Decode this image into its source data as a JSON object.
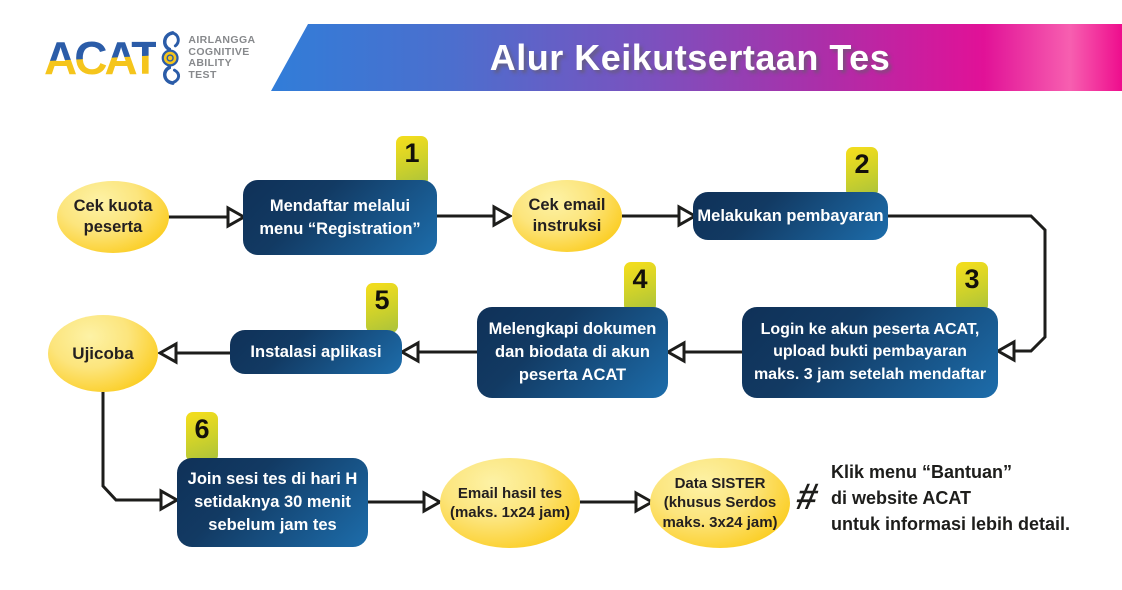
{
  "header": {
    "logo": {
      "wordmark": "ACAT",
      "subtitle_lines": [
        "AIRLANGGA",
        "COGNITIVE",
        "ABILITY",
        "TEST"
      ]
    },
    "banner": {
      "title": "Alur Keikutsertaan Tes"
    }
  },
  "colors": {
    "box_gradient_dark": "#0f3158",
    "box_gradient_light": "#1d6dab",
    "ellipse_yellow_light": "#fdf2a6",
    "ellipse_yellow": "#fbc916",
    "badge_yellow": "#f0dc1e",
    "badge_green": "#a9c23c",
    "banner_blue": "#2f7ed9",
    "banner_purple": "#7a52bf",
    "banner_pink": "#ee0d8d",
    "line_black": "#1d1d1b",
    "logo_blue": "#2b5ca8",
    "logo_yellow": "#f5c51c"
  },
  "flow": {
    "nodes": [
      {
        "id": "cek-kuota",
        "type": "ellipse",
        "label": "Cek kuota\npeserta"
      },
      {
        "id": "mendaftar",
        "type": "box",
        "step": "1",
        "label": "Mendaftar melalui\nmenu “Registration”"
      },
      {
        "id": "cek-email",
        "type": "ellipse",
        "label": "Cek email\ninstruksi"
      },
      {
        "id": "pembayaran",
        "type": "box",
        "step": "2",
        "label": "Melakukan pembayaran"
      },
      {
        "id": "login-upload",
        "type": "box",
        "step": "3",
        "label": "Login ke akun peserta ACAT,\nupload bukti pembayaran\nmaks. 3 jam setelah mendaftar"
      },
      {
        "id": "melengkapi",
        "type": "box",
        "step": "4",
        "label": "Melengkapi dokumen\ndan biodata di akun\npeserta ACAT"
      },
      {
        "id": "instalasi",
        "type": "box",
        "step": "5",
        "label": "Instalasi aplikasi"
      },
      {
        "id": "ujicoba",
        "type": "ellipse",
        "label": "Ujicoba"
      },
      {
        "id": "join-sesi",
        "type": "box",
        "step": "6",
        "label": "Join sesi tes di hari H\nsetidaknya 30 menit\nsebelum jam tes"
      },
      {
        "id": "email-hasil",
        "type": "ellipse",
        "label": "Email hasil tes\n(maks. 1x24 jam)"
      },
      {
        "id": "data-sister",
        "type": "ellipse",
        "label": "Data SISTER\n(khusus Serdos\nmaks. 3x24 jam)"
      }
    ]
  },
  "note": {
    "symbol": "#",
    "text": "Klik menu “Bantuan”\ndi website ACAT\nuntuk informasi lebih detail."
  }
}
